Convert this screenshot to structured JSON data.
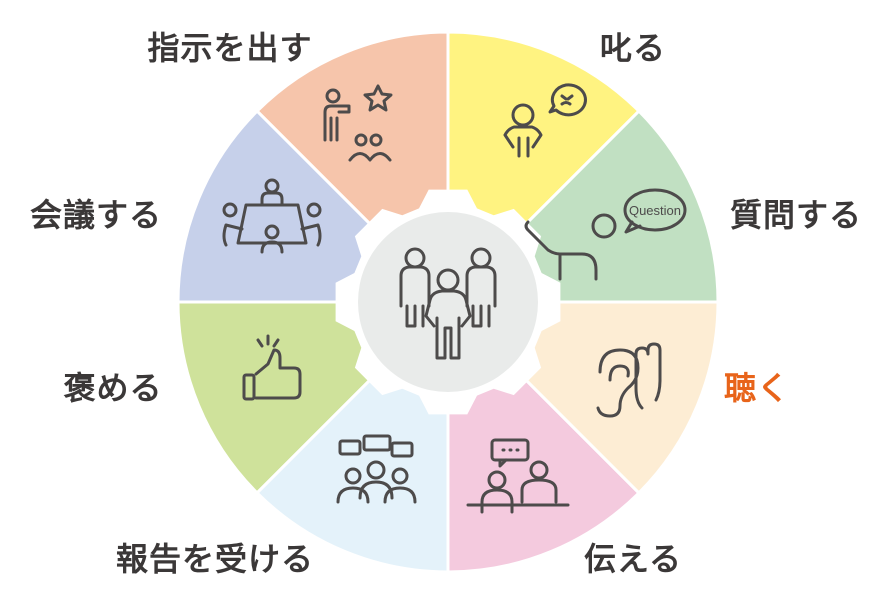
{
  "center": {
    "icon": "business-team-icon"
  },
  "segments": [
    {
      "label": "叱る",
      "color": "#fff381",
      "label_color": "#3b3838",
      "icon": "scolding-person-icon"
    },
    {
      "label": "指示を出す",
      "color": "#f6c5ab",
      "label_color": "#3b3838",
      "icon": "instructing-person-icon"
    },
    {
      "label": "会議する",
      "color": "#c6d0ea",
      "label_color": "#3b3838",
      "icon": "meeting-table-icon"
    },
    {
      "label": "褒める",
      "color": "#cfe29b",
      "label_color": "#3b3838",
      "icon": "thumbs-up-icon"
    },
    {
      "label": "報告を受ける",
      "color": "#e4f2fa",
      "label_color": "#3b3838",
      "icon": "group-speech-icon"
    },
    {
      "label": "伝える",
      "color": "#f4cade",
      "label_color": "#3b3838",
      "icon": "conversation-icon"
    },
    {
      "label": "聴く",
      "color": "#fdedd4",
      "label_color": "#e8641a",
      "icon": "ear-listening-icon"
    },
    {
      "label": "質問する",
      "color": "#c1e0c2",
      "label_color": "#3b3838",
      "icon": "raised-hand-question-icon"
    }
  ],
  "question_bubble_text": "Question"
}
